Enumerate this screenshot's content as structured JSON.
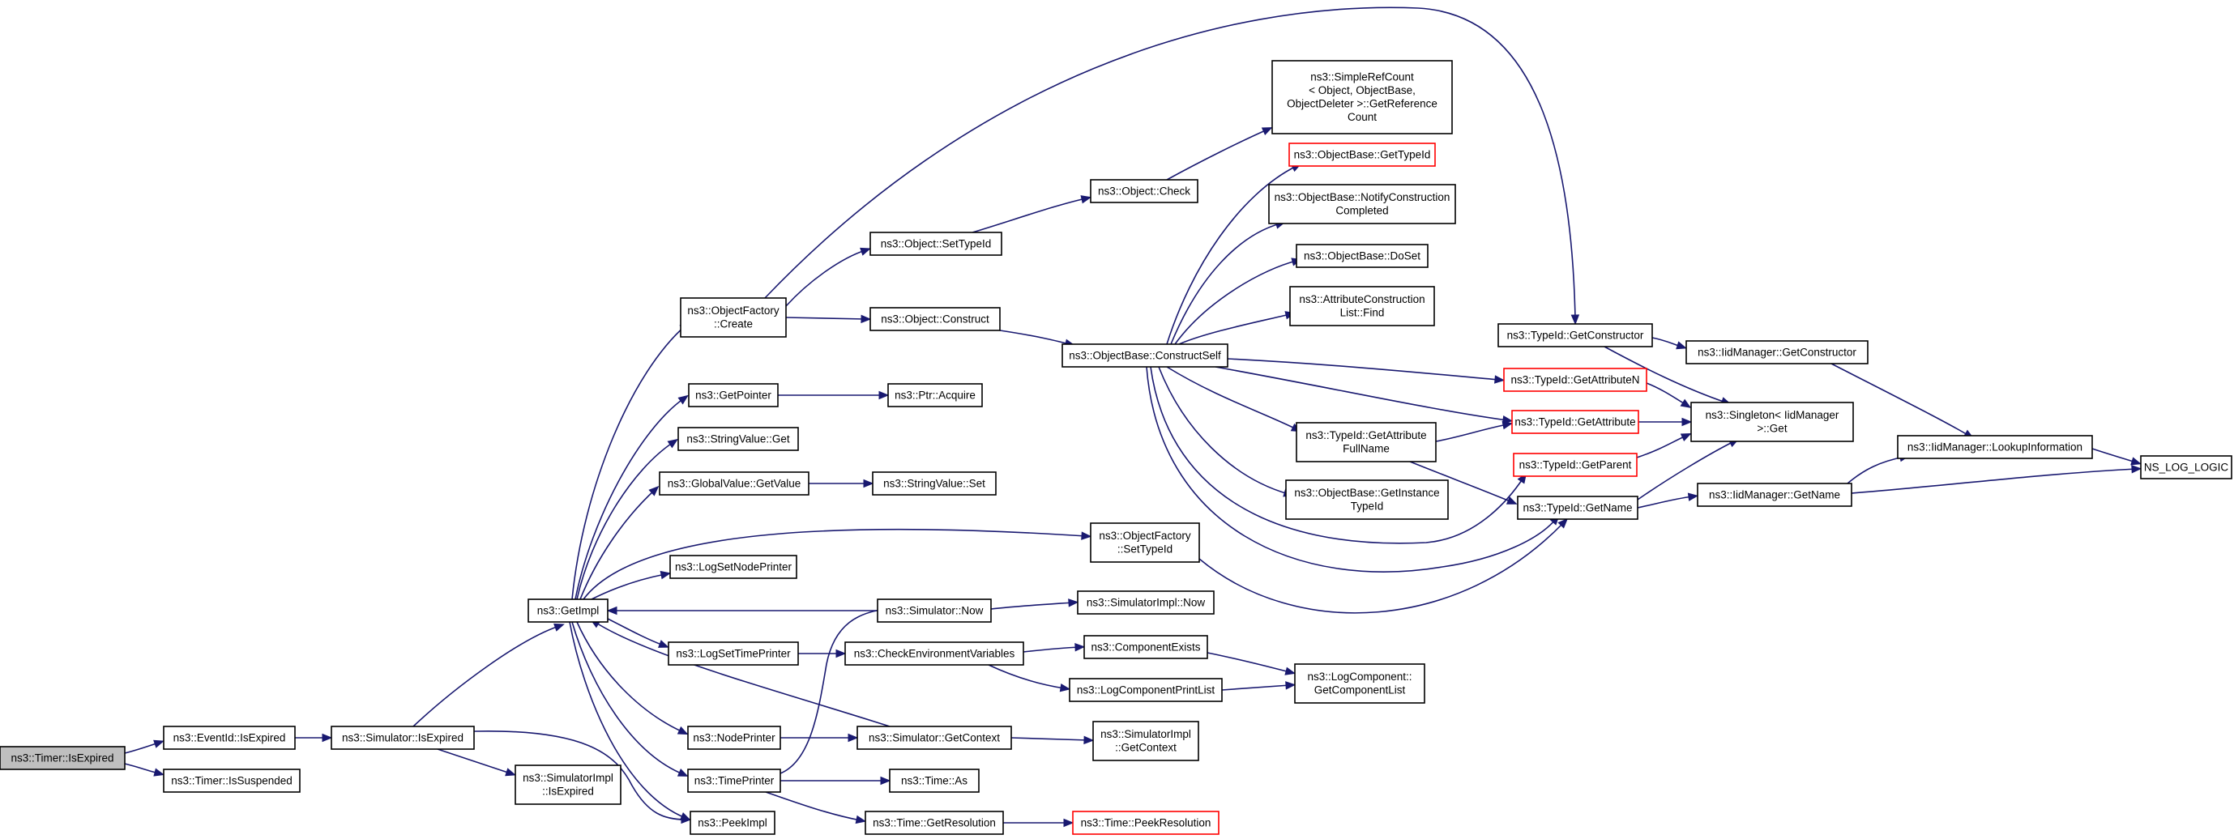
{
  "colors": {
    "edge": "#191970",
    "node_border": "#000000",
    "truncated_border": "#ff0000",
    "root_fill": "#bfbfbf"
  },
  "nodes": [
    {
      "id": "timer_isexpired",
      "lines": [
        "ns3::Timer::IsExpired"
      ],
      "kind": "root"
    },
    {
      "id": "eventid_isexpired",
      "lines": [
        "ns3::EventId::IsExpired"
      ]
    },
    {
      "id": "timer_issuspended",
      "lines": [
        "ns3::Timer::IsSuspended"
      ]
    },
    {
      "id": "simulator_isexpired",
      "lines": [
        "ns3::Simulator::IsExpired"
      ]
    },
    {
      "id": "simimpl_isexpired",
      "lines": [
        "ns3::SimulatorImpl",
        "::IsExpired"
      ]
    },
    {
      "id": "getimpl",
      "lines": [
        "ns3::GetImpl"
      ]
    },
    {
      "id": "objfactory_create",
      "lines": [
        "ns3::ObjectFactory",
        "::Create"
      ]
    },
    {
      "id": "getpointer",
      "lines": [
        "ns3::GetPointer"
      ]
    },
    {
      "id": "stringvalue_get",
      "lines": [
        "ns3::StringValue::Get"
      ]
    },
    {
      "id": "globalvalue_getvalue",
      "lines": [
        "ns3::GlobalValue::GetValue"
      ]
    },
    {
      "id": "logsetnodeprinter",
      "lines": [
        "ns3::LogSetNodePrinter"
      ]
    },
    {
      "id": "logsettimeprinter",
      "lines": [
        "ns3::LogSetTimePrinter"
      ]
    },
    {
      "id": "nodeprinter",
      "lines": [
        "ns3::NodePrinter"
      ]
    },
    {
      "id": "timeprinter",
      "lines": [
        "ns3::TimePrinter"
      ]
    },
    {
      "id": "peekimpl",
      "lines": [
        "ns3::PeekImpl"
      ]
    },
    {
      "id": "object_settypeid",
      "lines": [
        "ns3::Object::SetTypeId"
      ]
    },
    {
      "id": "object_construct",
      "lines": [
        "ns3::Object::Construct"
      ]
    },
    {
      "id": "ptr_acquire",
      "lines": [
        "ns3::Ptr::Acquire"
      ]
    },
    {
      "id": "stringvalue_set",
      "lines": [
        "ns3::StringValue::Set"
      ]
    },
    {
      "id": "simulator_now",
      "lines": [
        "ns3::Simulator::Now"
      ]
    },
    {
      "id": "checkenv",
      "lines": [
        "ns3::CheckEnvironmentVariables"
      ]
    },
    {
      "id": "simulator_getcontext",
      "lines": [
        "ns3::Simulator::GetContext"
      ]
    },
    {
      "id": "time_as",
      "lines": [
        "ns3::Time::As"
      ]
    },
    {
      "id": "time_getresolution",
      "lines": [
        "ns3::Time::GetResolution"
      ]
    },
    {
      "id": "object_check",
      "lines": [
        "ns3::Object::Check"
      ]
    },
    {
      "id": "objbase_constructself",
      "lines": [
        "ns3::ObjectBase::ConstructSelf"
      ]
    },
    {
      "id": "objfactory_settypeid",
      "lines": [
        "ns3::ObjectFactory",
        "::SetTypeId"
      ]
    },
    {
      "id": "simimpl_now",
      "lines": [
        "ns3::SimulatorImpl::Now"
      ]
    },
    {
      "id": "componentexists",
      "lines": [
        "ns3::ComponentExists"
      ]
    },
    {
      "id": "logcomponentprintlist",
      "lines": [
        "ns3::LogComponentPrintList"
      ]
    },
    {
      "id": "simimpl_getcontext",
      "lines": [
        "ns3::SimulatorImpl",
        "::GetContext"
      ]
    },
    {
      "id": "time_peekresolution",
      "lines": [
        "ns3::Time::PeekResolution"
      ],
      "kind": "trunc"
    },
    {
      "id": "simplerefcount",
      "lines": [
        "ns3::SimpleRefCount",
        "< Object, ObjectBase,",
        "ObjectDeleter >::GetReference",
        "Count"
      ]
    },
    {
      "id": "objbase_gettypeid",
      "lines": [
        "ns3::ObjectBase::GetTypeId"
      ],
      "kind": "trunc"
    },
    {
      "id": "objbase_notifyconstruction",
      "lines": [
        "ns3::ObjectBase::NotifyConstruction",
        "Completed"
      ]
    },
    {
      "id": "objbase_doset",
      "lines": [
        "ns3::ObjectBase::DoSet"
      ]
    },
    {
      "id": "attrconstructionlist_find",
      "lines": [
        "ns3::AttributeConstruction",
        "List::Find"
      ]
    },
    {
      "id": "typeid_getattributefullname",
      "lines": [
        "ns3::TypeId::GetAttribute",
        "FullName"
      ]
    },
    {
      "id": "objbase_getinstancetypeid",
      "lines": [
        "ns3::ObjectBase::GetInstance",
        "TypeId"
      ]
    },
    {
      "id": "logcomponent_getcomponentlist",
      "lines": [
        "ns3::LogComponent::",
        "GetComponentList"
      ]
    },
    {
      "id": "typeid_getconstructor",
      "lines": [
        "ns3::TypeId::GetConstructor"
      ]
    },
    {
      "id": "typeid_getattributen",
      "lines": [
        "ns3::TypeId::GetAttributeN"
      ],
      "kind": "trunc"
    },
    {
      "id": "typeid_getattribute",
      "lines": [
        "ns3::TypeId::GetAttribute"
      ],
      "kind": "trunc"
    },
    {
      "id": "typeid_getparent",
      "lines": [
        "ns3::TypeId::GetParent"
      ],
      "kind": "trunc"
    },
    {
      "id": "typeid_getname",
      "lines": [
        "ns3::TypeId::GetName"
      ]
    },
    {
      "id": "iidmanager_getconstructor",
      "lines": [
        "ns3::IidManager::GetConstructor"
      ]
    },
    {
      "id": "singleton_get",
      "lines": [
        "ns3::Singleton< IidManager",
        ">::Get"
      ]
    },
    {
      "id": "iidmanager_getname",
      "lines": [
        "ns3::IidManager::GetName"
      ]
    },
    {
      "id": "iidmanager_lookupinformation",
      "lines": [
        "ns3::IidManager::LookupInformation"
      ]
    },
    {
      "id": "ns_log_logic",
      "lines": [
        "NS_LOG_LOGIC"
      ]
    }
  ],
  "edges": [
    [
      "timer_isexpired",
      "eventid_isexpired"
    ],
    [
      "timer_isexpired",
      "timer_issuspended"
    ],
    [
      "eventid_isexpired",
      "simulator_isexpired"
    ],
    [
      "simulator_isexpired",
      "getimpl"
    ],
    [
      "simulator_isexpired",
      "simimpl_isexpired"
    ],
    [
      "simulator_isexpired",
      "peekimpl"
    ],
    [
      "getimpl",
      "objfactory_create"
    ],
    [
      "getimpl",
      "getpointer"
    ],
    [
      "getimpl",
      "stringvalue_get"
    ],
    [
      "getimpl",
      "globalvalue_getvalue"
    ],
    [
      "getimpl",
      "objfactory_settypeid"
    ],
    [
      "getimpl",
      "logsetnodeprinter"
    ],
    [
      "getimpl",
      "logsettimeprinter"
    ],
    [
      "getimpl",
      "nodeprinter"
    ],
    [
      "getimpl",
      "timeprinter"
    ],
    [
      "getimpl",
      "peekimpl"
    ],
    [
      "objfactory_create",
      "object_settypeid"
    ],
    [
      "objfactory_create",
      "object_construct"
    ],
    [
      "objfactory_create",
      "typeid_getconstructor"
    ],
    [
      "getpointer",
      "ptr_acquire"
    ],
    [
      "globalvalue_getvalue",
      "stringvalue_set"
    ],
    [
      "logsettimeprinter",
      "checkenv"
    ],
    [
      "nodeprinter",
      "simulator_getcontext"
    ],
    [
      "timeprinter",
      "simulator_now"
    ],
    [
      "timeprinter",
      "time_as"
    ],
    [
      "timeprinter",
      "time_getresolution"
    ],
    [
      "simulator_now",
      "getimpl"
    ],
    [
      "simulator_now",
      "simimpl_now"
    ],
    [
      "simulator_getcontext",
      "getimpl"
    ],
    [
      "simulator_getcontext",
      "simimpl_getcontext"
    ],
    [
      "checkenv",
      "componentexists"
    ],
    [
      "checkenv",
      "logcomponentprintlist"
    ],
    [
      "componentexists",
      "logcomponent_getcomponentlist"
    ],
    [
      "logcomponentprintlist",
      "logcomponent_getcomponentlist"
    ],
    [
      "time_getresolution",
      "time_peekresolution"
    ],
    [
      "object_settypeid",
      "object_check"
    ],
    [
      "object_check",
      "simplerefcount"
    ],
    [
      "object_construct",
      "objbase_constructself"
    ],
    [
      "objbase_constructself",
      "objbase_gettypeid"
    ],
    [
      "objbase_constructself",
      "objbase_notifyconstruction"
    ],
    [
      "objbase_constructself",
      "objbase_doset"
    ],
    [
      "objbase_constructself",
      "attrconstructionlist_find"
    ],
    [
      "objbase_constructself",
      "typeid_getattributen"
    ],
    [
      "objbase_constructself",
      "typeid_getattribute"
    ],
    [
      "objbase_constructself",
      "typeid_getattributefullname"
    ],
    [
      "objbase_constructself",
      "objbase_getinstancetypeid"
    ],
    [
      "objbase_constructself",
      "typeid_getparent"
    ],
    [
      "objbase_constructself",
      "typeid_getname"
    ],
    [
      "objfactory_settypeid",
      "typeid_getname"
    ],
    [
      "typeid_getattributefullname",
      "typeid_getattribute"
    ],
    [
      "typeid_getattributefullname",
      "typeid_getname"
    ],
    [
      "typeid_getconstructor",
      "iidmanager_getconstructor"
    ],
    [
      "typeid_getconstructor",
      "singleton_get"
    ],
    [
      "typeid_getattributen",
      "singleton_get"
    ],
    [
      "typeid_getattribute",
      "singleton_get"
    ],
    [
      "typeid_getparent",
      "singleton_get"
    ],
    [
      "typeid_getname",
      "singleton_get"
    ],
    [
      "typeid_getname",
      "iidmanager_getname"
    ],
    [
      "iidmanager_getconstructor",
      "iidmanager_lookupinformation"
    ],
    [
      "iidmanager_getname",
      "iidmanager_lookupinformation"
    ],
    [
      "iidmanager_getname",
      "ns_log_logic"
    ],
    [
      "iidmanager_lookupinformation",
      "ns_log_logic"
    ]
  ]
}
